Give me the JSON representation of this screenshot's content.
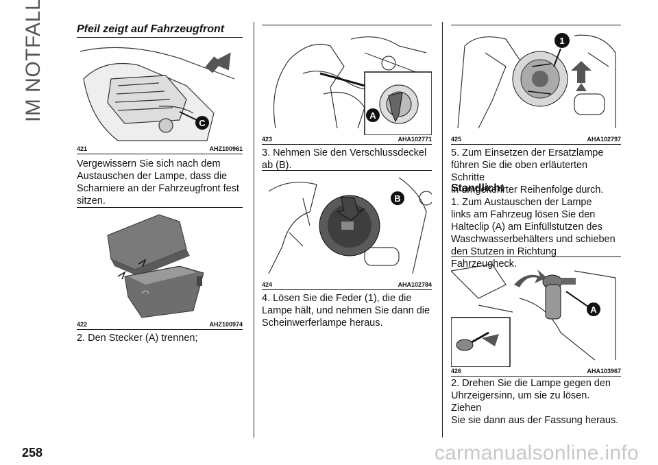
{
  "side_title": "IM NOTFALL",
  "page_number": "258",
  "watermark": "carmanualsonline.info",
  "col1": {
    "section_title": "Pfeil zeigt auf Fahrzeugfront",
    "fig421": {
      "num": "421",
      "code": "AHZ100961",
      "callout": "C"
    },
    "text421": [
      "Vergewissern Sie sich nach dem",
      "Austauschen der Lampe, dass die",
      "Scharniere an der Fahrzeugfront fest",
      "sitzen."
    ],
    "fig422": {
      "num": "422",
      "code": "AHZ100974"
    },
    "text422": "2. Den Stecker (A) trennen;"
  },
  "col2": {
    "fig423": {
      "num": "423",
      "code": "AHA102771",
      "callout": "A"
    },
    "text423": [
      "3. Nehmen Sie den Verschlussdeckel",
      "ab (B)."
    ],
    "fig424": {
      "num": "424",
      "code": "AHA102784",
      "callout": "B"
    },
    "text424": [
      "4. Lösen Sie die Feder (1), die die",
      "Lampe hält, und nehmen Sie dann die",
      "Scheinwerferlampe heraus."
    ]
  },
  "col3": {
    "fig425": {
      "num": "425",
      "code": "AHA102797",
      "callout": "1"
    },
    "text425": [
      "5. Zum Einsetzen der Ersatzlampe",
      "führen Sie die oben erläuterten Schritte",
      "in umgekehrter Reihenfolge durch."
    ],
    "subhead": "Standlicht",
    "text_standlicht": [
      "1. Zum Austauschen der Lampe",
      "links am Fahrzeug lösen Sie den",
      "Halteclip (A) am Einfüllstutzen des",
      "Waschwasserbehälters und schieben",
      "den Stutzen in Richtung Fahrzeugheck."
    ],
    "fig426": {
      "num": "426",
      "code": "AHA103967",
      "callout": "A"
    },
    "text426": [
      "2. Drehen Sie die Lampe gegen den",
      "Uhrzeigersinn, um sie zu lösen. Ziehen",
      "Sie sie dann aus der Fassung heraus."
    ]
  }
}
